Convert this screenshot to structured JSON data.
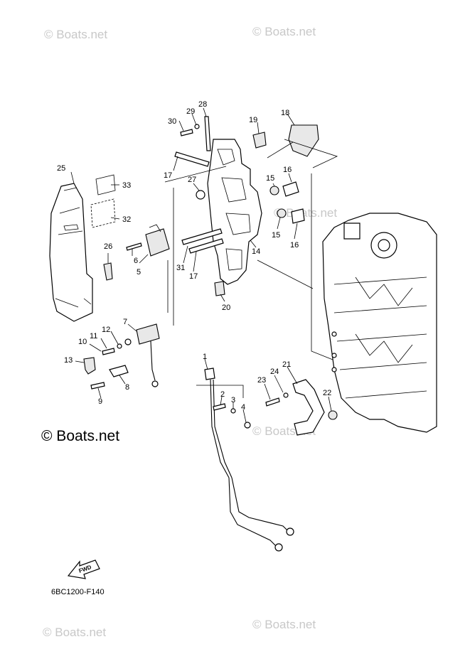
{
  "watermarks": {
    "top_left": "© Boats.net",
    "top_right": "© Boats.net",
    "mid_right": "© Boats.net",
    "mid_center": "© Boats.net",
    "left_big": "© Boats.net",
    "bottom_left": "© Boats.net",
    "bottom_right": "© Boats.net"
  },
  "diagram_code": "6BC1200-F140",
  "fwd_label": "FWD",
  "callouts": {
    "c1": "1",
    "c2": "2",
    "c3": "3",
    "c4": "4",
    "c5": "5",
    "c6": "6",
    "c7": "7",
    "c8": "8",
    "c9": "9",
    "c10": "10",
    "c11": "11",
    "c12": "12",
    "c13": "13",
    "c14": "14",
    "c15a": "15",
    "c15b": "15",
    "c16a": "16",
    "c16b": "16",
    "c17a": "17",
    "c17b": "17",
    "c18": "18",
    "c19": "19",
    "c20": "20",
    "c21": "21",
    "c22": "22",
    "c23": "23",
    "c24": "24",
    "c25": "25",
    "c26": "26",
    "c27": "27",
    "c28": "28",
    "c29": "29",
    "c30": "30",
    "c31": "31",
    "c32": "32",
    "c33": "33"
  }
}
